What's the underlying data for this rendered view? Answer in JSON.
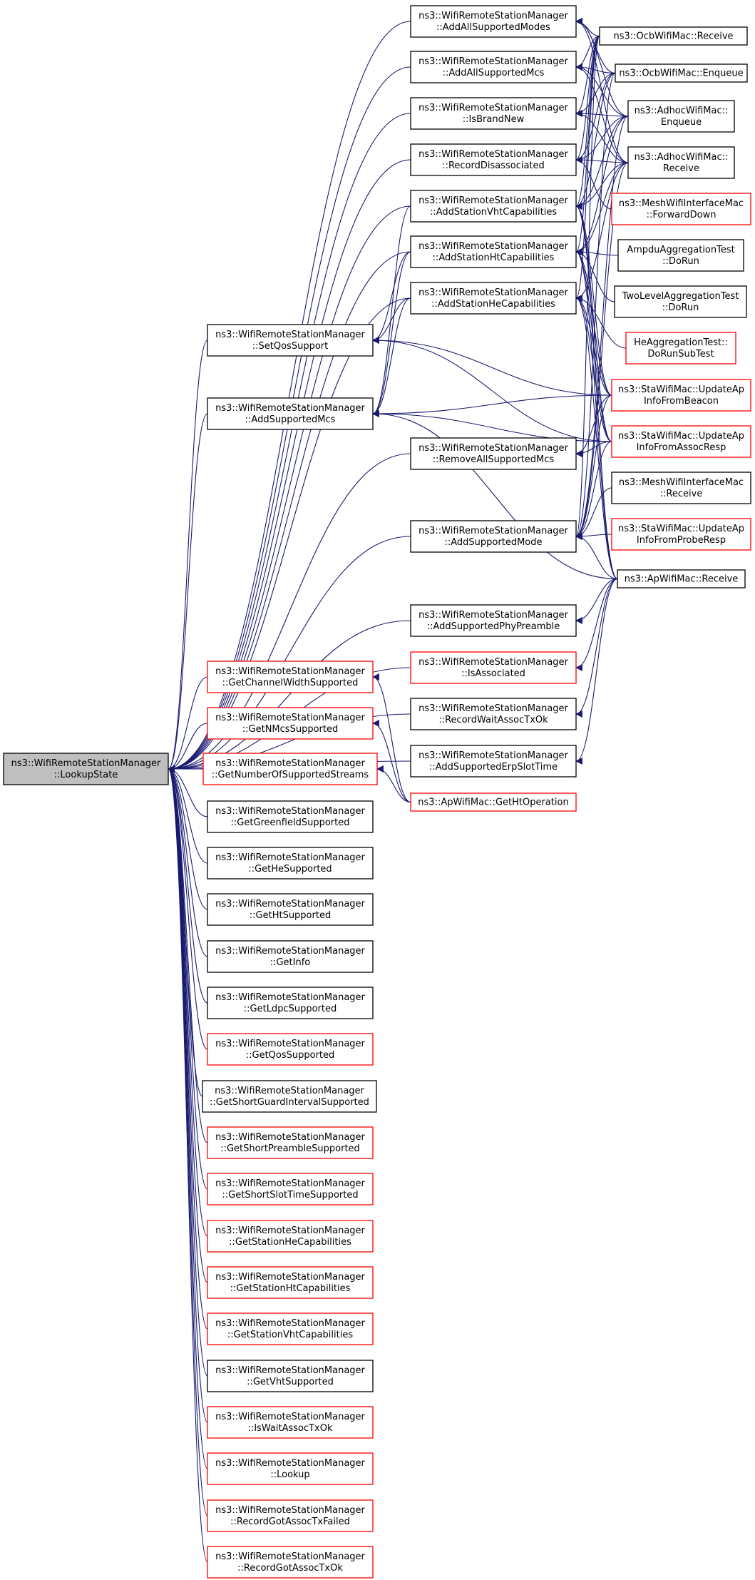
{
  "diagram": {
    "colors": {
      "edge": "#191970",
      "node_border_black": "#000000",
      "node_border_red": "#ff0000",
      "root_fill": "#bfbfbf",
      "node_fill": "#ffffff"
    },
    "nodes": [
      {
        "id": "root",
        "lines": [
          "ns3::WifiRemoteStationManager",
          "::LookupState"
        ],
        "style": "root"
      },
      {
        "id": "addAllModes",
        "lines": [
          "ns3::WifiRemoteStationManager",
          "::AddAllSupportedModes"
        ],
        "style": "black"
      },
      {
        "id": "addAllMcs",
        "lines": [
          "ns3::WifiRemoteStationManager",
          "::AddAllSupportedMcs"
        ],
        "style": "black"
      },
      {
        "id": "isBrandNew",
        "lines": [
          "ns3::WifiRemoteStationManager",
          "::IsBrandNew"
        ],
        "style": "black"
      },
      {
        "id": "recordDisassoc",
        "lines": [
          "ns3::WifiRemoteStationManager",
          "::RecordDisassociated"
        ],
        "style": "black"
      },
      {
        "id": "addVht",
        "lines": [
          "ns3::WifiRemoteStationManager",
          "::AddStationVhtCapabilities"
        ],
        "style": "black"
      },
      {
        "id": "addHt",
        "lines": [
          "ns3::WifiRemoteStationManager",
          "::AddStationHtCapabilities"
        ],
        "style": "black"
      },
      {
        "id": "addHe",
        "lines": [
          "ns3::WifiRemoteStationManager",
          "::AddStationHeCapabilities"
        ],
        "style": "black"
      },
      {
        "id": "setQos",
        "lines": [
          "ns3::WifiRemoteStationManager",
          "::SetQosSupport"
        ],
        "style": "black"
      },
      {
        "id": "addMcs",
        "lines": [
          "ns3::WifiRemoteStationManager",
          "::AddSupportedMcs"
        ],
        "style": "black"
      },
      {
        "id": "removeAllMcs",
        "lines": [
          "ns3::WifiRemoteStationManager",
          "::RemoveAllSupportedMcs"
        ],
        "style": "black"
      },
      {
        "id": "addMode",
        "lines": [
          "ns3::WifiRemoteStationManager",
          "::AddSupportedMode"
        ],
        "style": "black"
      },
      {
        "id": "addPhyPreamble",
        "lines": [
          "ns3::WifiRemoteStationManager",
          "::AddSupportedPhyPreamble"
        ],
        "style": "black"
      },
      {
        "id": "isAssociated",
        "lines": [
          "ns3::WifiRemoteStationManager",
          "::IsAssociated"
        ],
        "style": "red"
      },
      {
        "id": "recordWaitAssoc",
        "lines": [
          "ns3::WifiRemoteStationManager",
          "::RecordWaitAssocTxOk"
        ],
        "style": "black"
      },
      {
        "id": "addErp",
        "lines": [
          "ns3::WifiRemoteStationManager",
          "::AddSupportedErpSlotTime"
        ],
        "style": "black"
      },
      {
        "id": "getChanWidth",
        "lines": [
          "ns3::WifiRemoteStationManager",
          "::GetChannelWidthSupported"
        ],
        "style": "red"
      },
      {
        "id": "getNMcs",
        "lines": [
          "ns3::WifiRemoteStationManager",
          "::GetNMcsSupported"
        ],
        "style": "red"
      },
      {
        "id": "getNStreams",
        "lines": [
          "ns3::WifiRemoteStationManager",
          "::GetNumberOfSupportedStreams"
        ],
        "style": "red"
      },
      {
        "id": "getGreenfield",
        "lines": [
          "ns3::WifiRemoteStationManager",
          "::GetGreenfieldSupported"
        ],
        "style": "black"
      },
      {
        "id": "getHe",
        "lines": [
          "ns3::WifiRemoteStationManager",
          "::GetHeSupported"
        ],
        "style": "black"
      },
      {
        "id": "getHt",
        "lines": [
          "ns3::WifiRemoteStationManager",
          "::GetHtSupported"
        ],
        "style": "black"
      },
      {
        "id": "getInfo",
        "lines": [
          "ns3::WifiRemoteStationManager",
          "::GetInfo"
        ],
        "style": "black"
      },
      {
        "id": "getLdpc",
        "lines": [
          "ns3::WifiRemoteStationManager",
          "::GetLdpcSupported"
        ],
        "style": "black"
      },
      {
        "id": "getQos",
        "lines": [
          "ns3::WifiRemoteStationManager",
          "::GetQosSupported"
        ],
        "style": "red"
      },
      {
        "id": "getShortGI",
        "lines": [
          "ns3::WifiRemoteStationManager",
          "::GetShortGuardIntervalSupported"
        ],
        "style": "black"
      },
      {
        "id": "getShortPreamble",
        "lines": [
          "ns3::WifiRemoteStationManager",
          "::GetShortPreambleSupported"
        ],
        "style": "red"
      },
      {
        "id": "getShortSlot",
        "lines": [
          "ns3::WifiRemoteStationManager",
          "::GetShortSlotTimeSupported"
        ],
        "style": "red"
      },
      {
        "id": "getStaHe",
        "lines": [
          "ns3::WifiRemoteStationManager",
          "::GetStationHeCapabilities"
        ],
        "style": "red"
      },
      {
        "id": "getStaHt",
        "lines": [
          "ns3::WifiRemoteStationManager",
          "::GetStationHtCapabilities"
        ],
        "style": "red"
      },
      {
        "id": "getStaVht",
        "lines": [
          "ns3::WifiRemoteStationManager",
          "::GetStationVhtCapabilities"
        ],
        "style": "red"
      },
      {
        "id": "getVht",
        "lines": [
          "ns3::WifiRemoteStationManager",
          "::GetVhtSupported"
        ],
        "style": "black"
      },
      {
        "id": "isWaitAssoc",
        "lines": [
          "ns3::WifiRemoteStationManager",
          "::IsWaitAssocTxOk"
        ],
        "style": "red"
      },
      {
        "id": "lookup",
        "lines": [
          "ns3::WifiRemoteStationManager",
          "::Lookup"
        ],
        "style": "red"
      },
      {
        "id": "recordGotFailed",
        "lines": [
          "ns3::WifiRemoteStationManager",
          "::RecordGotAssocTxFailed"
        ],
        "style": "red"
      },
      {
        "id": "recordGotOk",
        "lines": [
          "ns3::WifiRemoteStationManager",
          "::RecordGotAssocTxOk"
        ],
        "style": "red"
      },
      {
        "id": "ocbRecv",
        "lines": [
          "ns3::OcbWifiMac::Receive"
        ],
        "style": "black"
      },
      {
        "id": "ocbEnq",
        "lines": [
          "ns3::OcbWifiMac::Enqueue"
        ],
        "style": "black"
      },
      {
        "id": "adhocEnq",
        "lines": [
          "ns3::AdhocWifiMac::",
          "Enqueue"
        ],
        "style": "black"
      },
      {
        "id": "adhocRecv",
        "lines": [
          "ns3::AdhocWifiMac::",
          "Receive"
        ],
        "style": "black"
      },
      {
        "id": "meshFwd",
        "lines": [
          "ns3::MeshWifiInterfaceMac",
          "::ForwardDown"
        ],
        "style": "red"
      },
      {
        "id": "ampdu",
        "lines": [
          "AmpduAggregationTest",
          "::DoRun"
        ],
        "style": "black"
      },
      {
        "id": "twoLevel",
        "lines": [
          "TwoLevelAggregationTest",
          "::DoRun"
        ],
        "style": "black"
      },
      {
        "id": "heAgg",
        "lines": [
          "HeAggregationTest::",
          "DoRunSubTest"
        ],
        "style": "red"
      },
      {
        "id": "staBeacon",
        "lines": [
          "ns3::StaWifiMac::UpdateAp",
          "InfoFromBeacon"
        ],
        "style": "red"
      },
      {
        "id": "staAssoc",
        "lines": [
          "ns3::StaWifiMac::UpdateAp",
          "InfoFromAssocResp"
        ],
        "style": "red"
      },
      {
        "id": "meshRecv",
        "lines": [
          "ns3::MeshWifiInterfaceMac",
          "::Receive"
        ],
        "style": "black"
      },
      {
        "id": "staProbe",
        "lines": [
          "ns3::StaWifiMac::UpdateAp",
          "InfoFromProbeResp"
        ],
        "style": "red"
      },
      {
        "id": "apRecv",
        "lines": [
          "ns3::ApWifiMac::Receive"
        ],
        "style": "black"
      },
      {
        "id": "apHtOp",
        "lines": [
          "ns3::ApWifiMac::GetHtOperation"
        ],
        "style": "red"
      }
    ],
    "edges": [
      [
        "root",
        "addAllModes"
      ],
      [
        "root",
        "addAllMcs"
      ],
      [
        "root",
        "isBrandNew"
      ],
      [
        "root",
        "recordDisassoc"
      ],
      [
        "root",
        "addVht"
      ],
      [
        "root",
        "addHt"
      ],
      [
        "root",
        "addHe"
      ],
      [
        "root",
        "setQos"
      ],
      [
        "root",
        "addMcs"
      ],
      [
        "root",
        "removeAllMcs"
      ],
      [
        "root",
        "addMode"
      ],
      [
        "root",
        "addPhyPreamble"
      ],
      [
        "root",
        "isAssociated"
      ],
      [
        "root",
        "recordWaitAssoc"
      ],
      [
        "root",
        "addErp"
      ],
      [
        "root",
        "getChanWidth"
      ],
      [
        "root",
        "getNMcs"
      ],
      [
        "root",
        "getNStreams"
      ],
      [
        "root",
        "getGreenfield"
      ],
      [
        "root",
        "getHe"
      ],
      [
        "root",
        "getHt"
      ],
      [
        "root",
        "getInfo"
      ],
      [
        "root",
        "getLdpc"
      ],
      [
        "root",
        "getQos"
      ],
      [
        "root",
        "getShortGI"
      ],
      [
        "root",
        "getShortPreamble"
      ],
      [
        "root",
        "getShortSlot"
      ],
      [
        "root",
        "getStaHe"
      ],
      [
        "root",
        "getStaHt"
      ],
      [
        "root",
        "getStaVht"
      ],
      [
        "root",
        "getVht"
      ],
      [
        "root",
        "isWaitAssoc"
      ],
      [
        "root",
        "lookup"
      ],
      [
        "root",
        "recordGotFailed"
      ],
      [
        "root",
        "recordGotOk"
      ],
      [
        "addAllModes",
        "ocbRecv"
      ],
      [
        "addAllModes",
        "ocbEnq"
      ],
      [
        "addAllModes",
        "adhocEnq"
      ],
      [
        "addAllModes",
        "adhocRecv"
      ],
      [
        "addAllMcs",
        "ocbRecv"
      ],
      [
        "addAllMcs",
        "ocbEnq"
      ],
      [
        "addAllMcs",
        "adhocEnq"
      ],
      [
        "addAllMcs",
        "adhocRecv"
      ],
      [
        "isBrandNew",
        "ocbRecv"
      ],
      [
        "isBrandNew",
        "ocbEnq"
      ],
      [
        "isBrandNew",
        "adhocEnq"
      ],
      [
        "isBrandNew",
        "adhocRecv"
      ],
      [
        "recordDisassoc",
        "ocbRecv"
      ],
      [
        "recordDisassoc",
        "ocbEnq"
      ],
      [
        "recordDisassoc",
        "adhocEnq"
      ],
      [
        "recordDisassoc",
        "adhocRecv"
      ],
      [
        "recordDisassoc",
        "meshFwd"
      ],
      [
        "addVht",
        "ocbRecv"
      ],
      [
        "addVht",
        "ocbEnq"
      ],
      [
        "addVht",
        "adhocEnq"
      ],
      [
        "addVht",
        "adhocRecv"
      ],
      [
        "addVht",
        "staBeacon"
      ],
      [
        "addVht",
        "staAssoc"
      ],
      [
        "addVht",
        "apRecv"
      ],
      [
        "addHt",
        "ocbRecv"
      ],
      [
        "addHt",
        "adhocEnq"
      ],
      [
        "addHt",
        "adhocRecv"
      ],
      [
        "addHt",
        "ampdu"
      ],
      [
        "addHt",
        "twoLevel"
      ],
      [
        "addHt",
        "staBeacon"
      ],
      [
        "addHt",
        "staAssoc"
      ],
      [
        "addHt",
        "apRecv"
      ],
      [
        "addHe",
        "ocbRecv"
      ],
      [
        "addHe",
        "adhocRecv"
      ],
      [
        "addHe",
        "heAgg"
      ],
      [
        "addHe",
        "staBeacon"
      ],
      [
        "addHe",
        "staAssoc"
      ],
      [
        "addHe",
        "apRecv"
      ],
      [
        "setQos",
        "addHe"
      ],
      [
        "setQos",
        "addHt"
      ],
      [
        "setQos",
        "staBeacon"
      ],
      [
        "setQos",
        "staAssoc"
      ],
      [
        "addMcs",
        "addVht"
      ],
      [
        "addMcs",
        "addHt"
      ],
      [
        "addMcs",
        "addHe"
      ],
      [
        "addMcs",
        "staBeacon"
      ],
      [
        "addMcs",
        "staAssoc"
      ],
      [
        "addMcs",
        "apRecv"
      ],
      [
        "removeAllMcs",
        "staBeacon"
      ],
      [
        "removeAllMcs",
        "staAssoc"
      ],
      [
        "addMode",
        "ocbRecv"
      ],
      [
        "addMode",
        "ocbEnq"
      ],
      [
        "addMode",
        "adhocEnq"
      ],
      [
        "addMode",
        "adhocRecv"
      ],
      [
        "addMode",
        "staBeacon"
      ],
      [
        "addMode",
        "staAssoc"
      ],
      [
        "addMode",
        "meshRecv"
      ],
      [
        "addMode",
        "staProbe"
      ],
      [
        "addMode",
        "apRecv"
      ],
      [
        "addPhyPreamble",
        "apRecv"
      ],
      [
        "isAssociated",
        "apRecv"
      ],
      [
        "recordWaitAssoc",
        "apRecv"
      ],
      [
        "addErp",
        "apRecv"
      ],
      [
        "getChanWidth",
        "apHtOp"
      ],
      [
        "getNMcs",
        "apHtOp"
      ],
      [
        "getNStreams",
        "apHtOp"
      ]
    ]
  }
}
